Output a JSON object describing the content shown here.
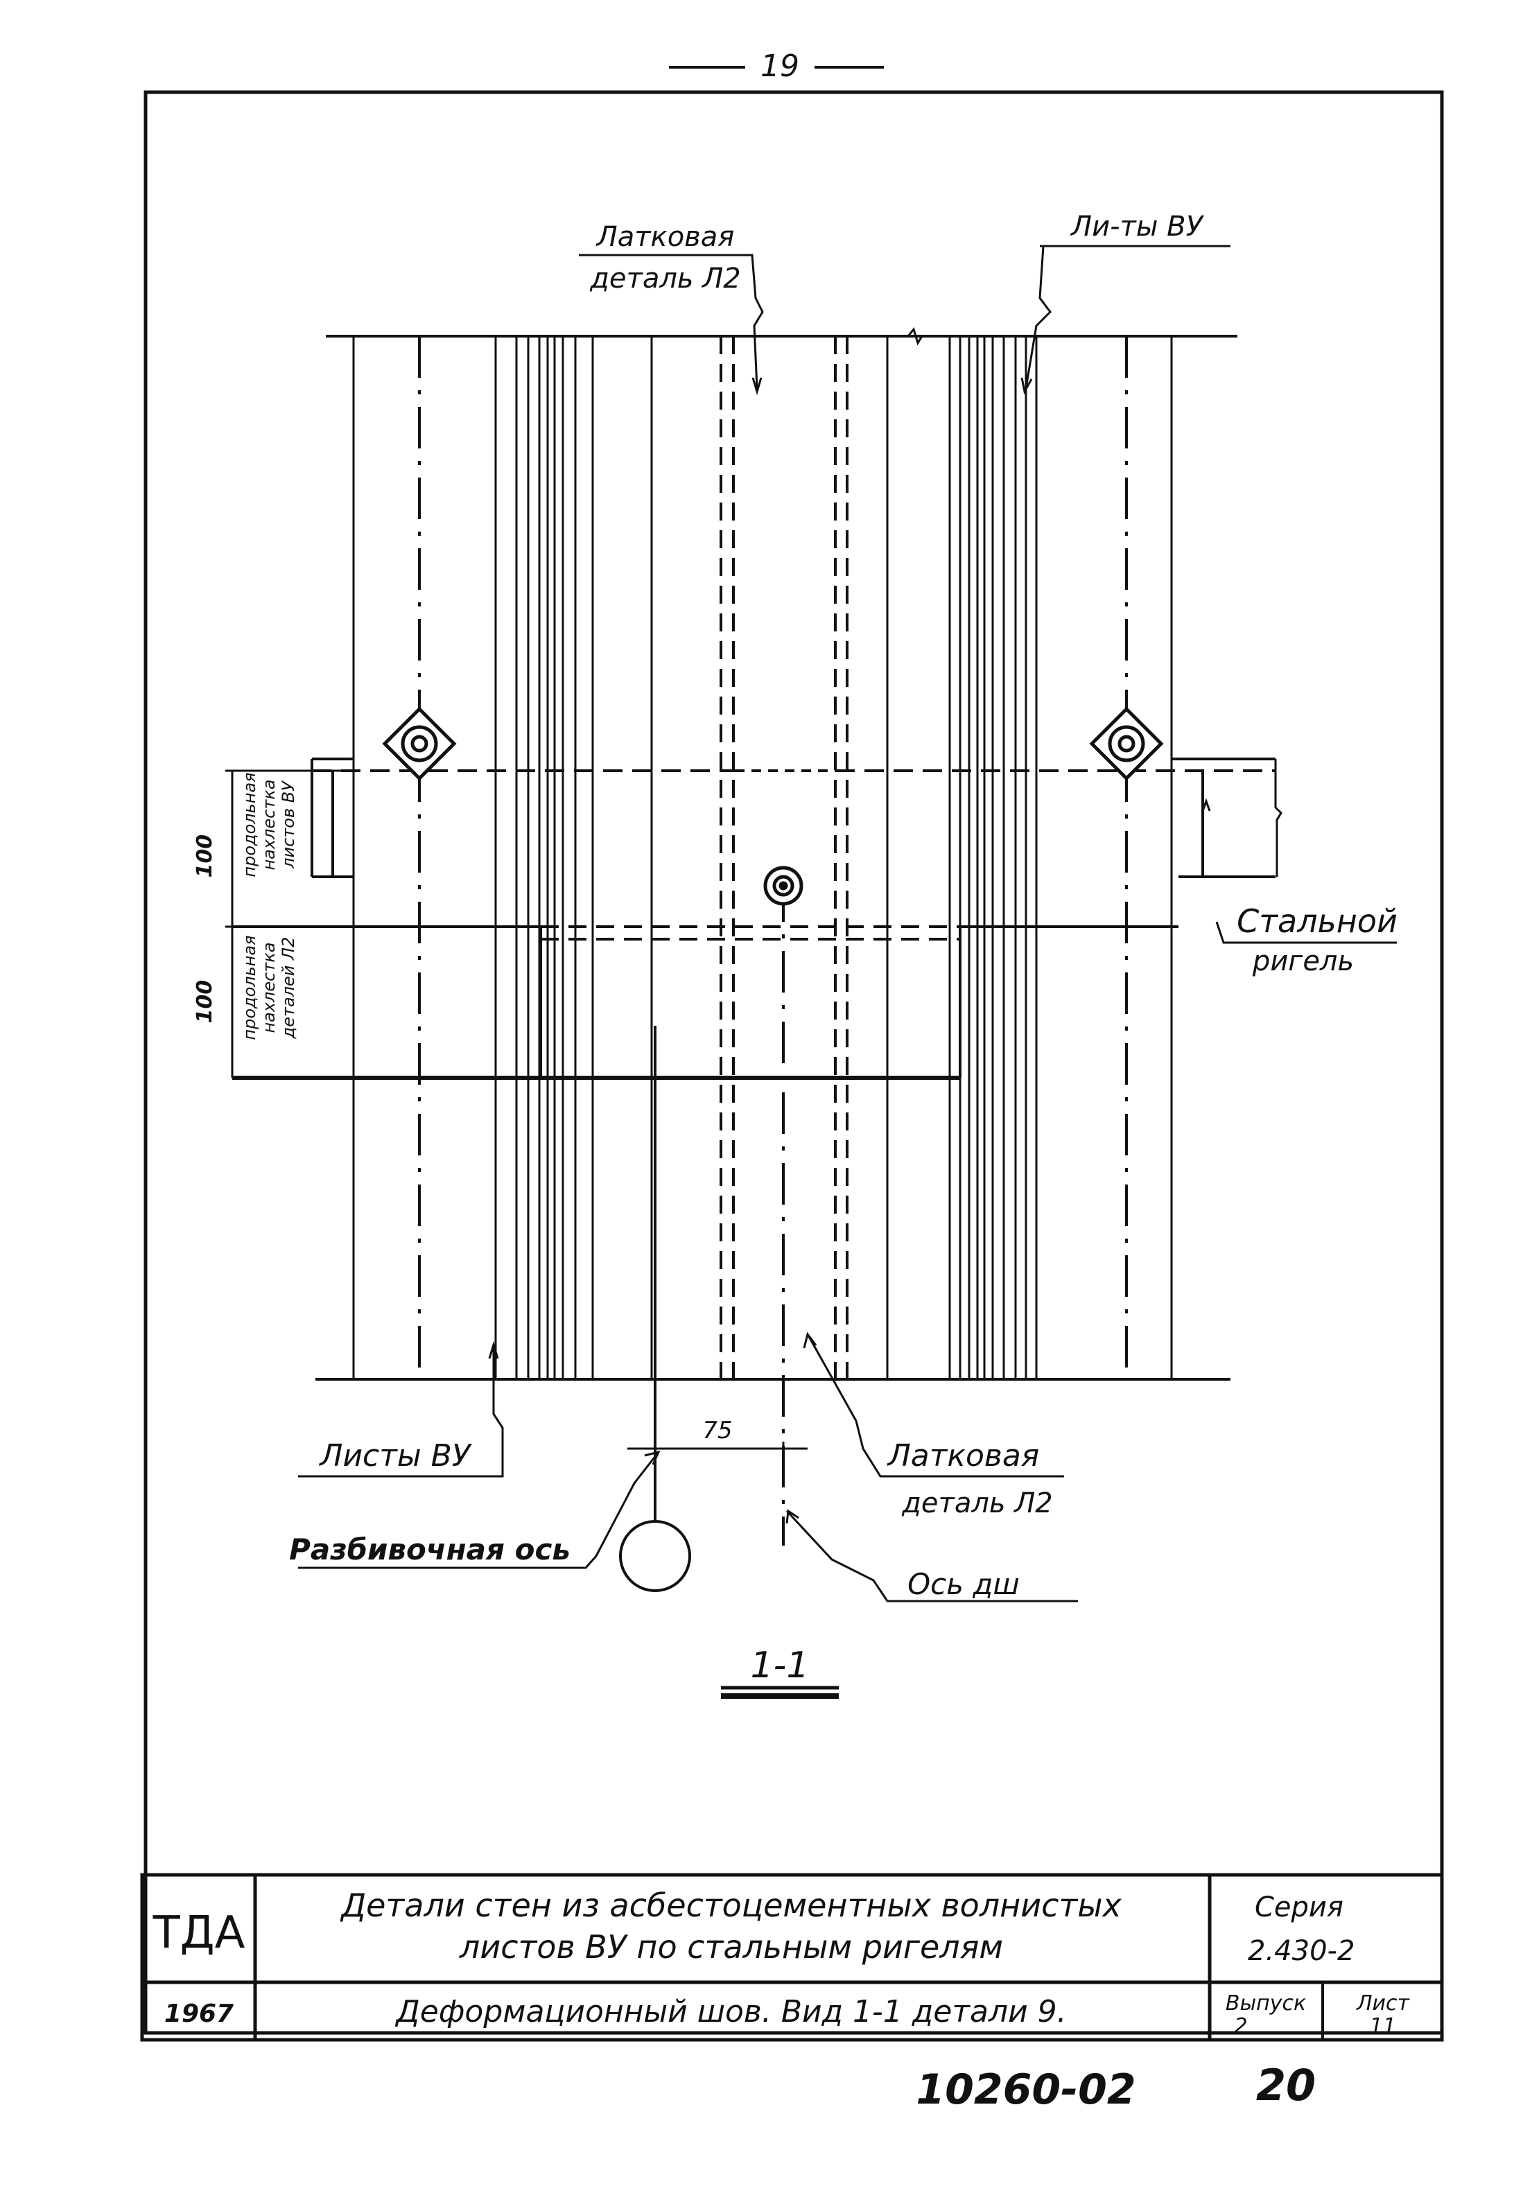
{
  "page_number": "19",
  "drawing": {
    "callouts": {
      "lath_top": [
        "Латковая",
        "деталь Л2"
      ],
      "sheets_top": "Ли-ты ВУ",
      "steel_beam": [
        "Стальной",
        "ригель"
      ],
      "sheets_bottom": "Листы ВУ",
      "lath_bottom": [
        "Латковая",
        "деталь Л2"
      ],
      "layout_axis": "Разбивочная ось",
      "joint_axis": "Ось дш"
    },
    "dimensions": {
      "overlap_sheets_value": "100",
      "overlap_sheets_label": [
        "продольная",
        "нахлестка",
        "листов ВУ"
      ],
      "overlap_details_value": "100",
      "overlap_details_label": [
        "продольная",
        "нахлестка",
        "деталей Л2"
      ],
      "axis_offset": "75"
    },
    "section_mark": "1-1"
  },
  "title_block": {
    "org": "ТДА",
    "year": "1967",
    "title_line1": "Детали стен из асбестоцементных волнистых",
    "title_line2": "листов ВУ по стальным ригелям",
    "subtitle": "Деформационный шов. Вид 1-1 детали 9.",
    "series_label": "Серия",
    "series_value": "2.430-2",
    "issue_label": "Выпуск",
    "issue_value": "2",
    "sheet_label": "Лист",
    "sheet_value": "11"
  },
  "stamp_number": "10260-02",
  "stamp_page": "20"
}
